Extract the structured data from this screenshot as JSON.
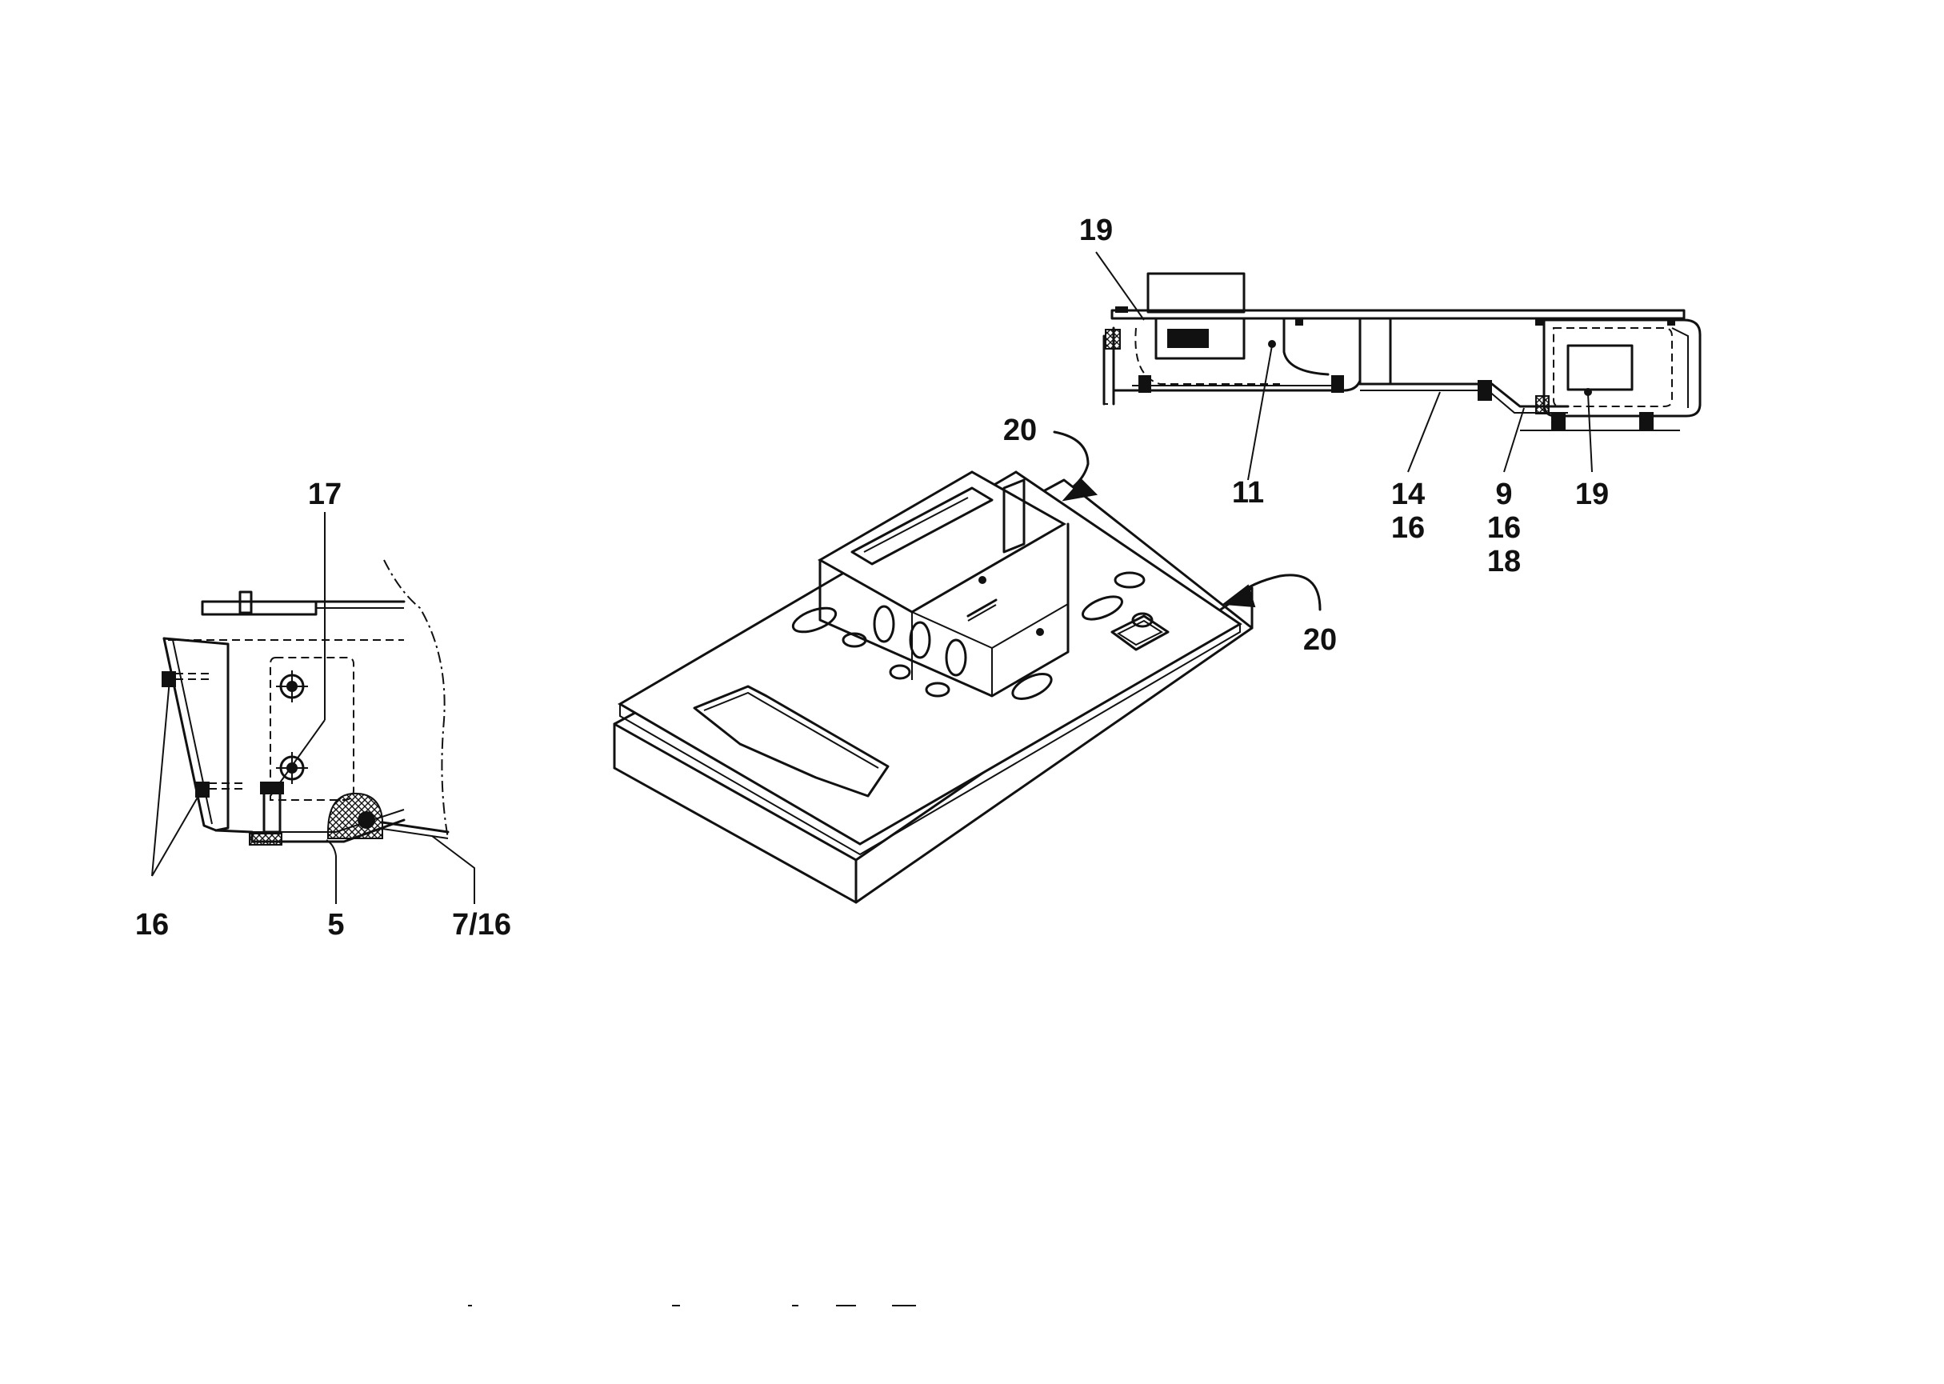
{
  "callouts": {
    "detail_left": {
      "c17": "17",
      "c16": "16",
      "c5": "5",
      "c7_16": "7/16"
    },
    "center": {
      "c20_top": "20",
      "c20_right": "20"
    },
    "detail_top_right": {
      "c19_top": "19",
      "c11": "11",
      "c14": "14",
      "c16_a": "16",
      "c9": "9",
      "c16_b": "16",
      "c18": "18",
      "c19_right": "19"
    }
  }
}
